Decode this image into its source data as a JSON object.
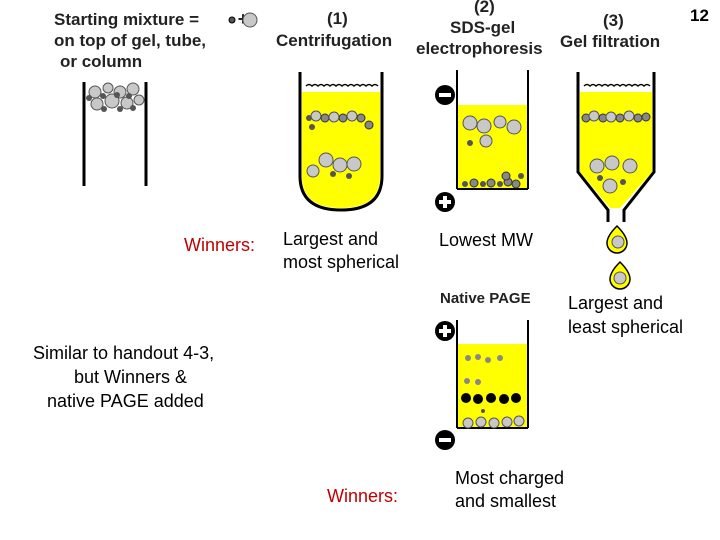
{
  "slide_number": "12",
  "starting_mixture": {
    "line1": "Starting mixture =",
    "line2": "on top of gel, tube,",
    "line3": "or column"
  },
  "methods": {
    "centrifugation": {
      "number": "(1)",
      "name": "Centrifugation",
      "result_line1": "Largest and",
      "result_line2": "most spherical"
    },
    "sds_gel": {
      "number": "(2)",
      "name_line1": "SDS-gel",
      "name_line2": "electrophoresis",
      "result": "Lowest MW"
    },
    "gel_filtration": {
      "number": "(3)",
      "name": "Gel filtration",
      "result_line1": "Largest and",
      "result_line2": "least spherical"
    },
    "native_page": {
      "name": "Native PAGE",
      "result_line1": "Most charged",
      "result_line2": "and smallest"
    }
  },
  "winners_label": "Winners:",
  "winners_label_2": "Winners:",
  "note": {
    "line1": "Similar to handout 4-3,",
    "line2": "but Winners &",
    "line3": "native PAGE added"
  },
  "colors": {
    "gel_yellow": "#ffff00",
    "winners_red": "#c00000",
    "dark_bead": "#555555",
    "light_bead": "#c8c8c8"
  },
  "icons": [
    "plus-icon",
    "minus-icon"
  ]
}
